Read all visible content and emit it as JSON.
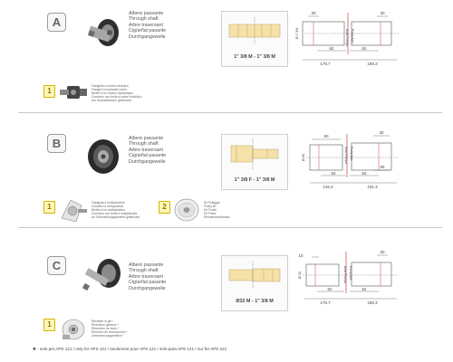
{
  "sections": [
    {
      "letter": "A",
      "desc": [
        "Albero passante",
        "Through shaft",
        "Arbre traversant",
        "Cigüeñal pasante",
        "Durchgangswelle"
      ],
      "shaft_label": "1\" 3/8 M - 1\" 3/8 M",
      "dims": {
        "top1": "30",
        "top2": "30",
        "w1": "62",
        "w2": "62",
        "total1": "179.7",
        "total2": "188.3",
        "dia": "Ø 1\"3/8",
        "axis_left": "Asse Pompa",
        "axis_right": "Pump Axis"
      },
      "options": [
        {
          "number": "1",
          "lines": [
            "Flangiata a motore idraulico",
            "Flanged to hydraulic motor",
            "Bridée à un moteur hydraulique",
            "Conexión con brida a motor hidráulico",
            "Am Hydraulikmotor geflanscht"
          ]
        }
      ]
    },
    {
      "letter": "B",
      "desc": [
        "Albero passante",
        "Through shaft",
        "Arbre traversant",
        "Cigüeñal pasante",
        "Durchgangswelle"
      ],
      "shaft_label": "1\" 3/8 F - 1\" 3/8 M",
      "dims": {
        "top1": "50",
        "top2": "30",
        "w1": "62",
        "w2": "62",
        "total1": "126.2",
        "total2": "191.3",
        "extra": "65",
        "dia": "Ø 60",
        "axis_left": "Asse Pompa",
        "axis_right": "Pump Axis"
      },
      "options": [
        {
          "number": "1",
          "lines": [
            "Flangiata a moltiplicatore",
            "Coupled to overgearbox",
            "Bridée à un multiplicateur",
            "Conexión con brida a multiplicador",
            "An Übersetzungsgetriebe geflanscht"
          ]
        },
        {
          "number": "2",
          "lines": [
            "Kit Puleggia",
            "Pulley kit",
            "Kit Poulie",
            "Kit Polea",
            "Riemenscheibesatz"
          ]
        }
      ]
    },
    {
      "letter": "C",
      "desc": [
        "Albero passante",
        "Through shaft",
        "Arbre traversant",
        "Cigüeñal pasante",
        "Durchgangswelle"
      ],
      "shaft_label": "Ø32 M - 1\" 3/8 M",
      "dims": {
        "top1": "10",
        "top2": "30",
        "w1": "62",
        "w2": "62",
        "total1": "179.7",
        "total2": "188.3",
        "dia": "Ø 32",
        "axis_left": "Asse Pompa",
        "axis_right": "Pump Axis"
      },
      "options": [
        {
          "number": "1",
          "lines": [
            "Riduttore di giri *",
            "Reduction gearbox *",
            "Réducteur de tours *",
            "Reductor de revoluciones *",
            "Untersetzungsgetriebe *"
          ]
        }
      ]
    }
  ],
  "footer": "✱ - solo per APS 121 / only for APS 121 / seulement pour APS 121 / solo para APS 121 / nur für APS 121",
  "colors": {
    "separator": "#c8c8c8",
    "dim_red": "#d04040",
    "highlight": "#fff6b8",
    "highlight_border": "#d6b400"
  }
}
